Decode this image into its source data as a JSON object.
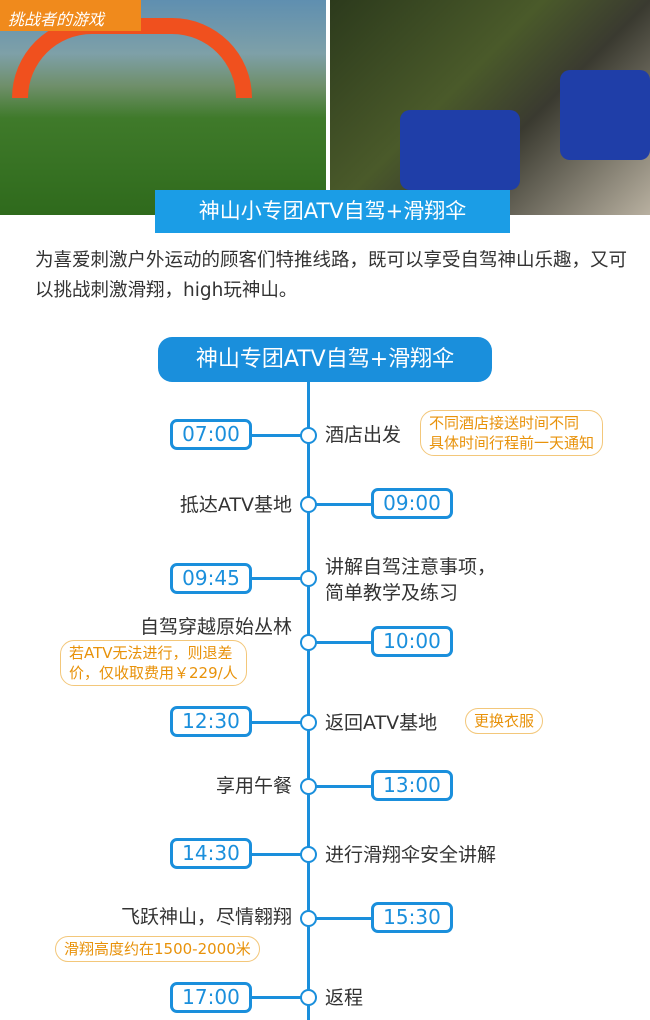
{
  "tag": "挑战者的游戏",
  "banner": "神山小专团ATV自驾+滑翔伞",
  "intro": "为喜爱刺激户外运动的顾客们特推线路，既可以享受自驾神山乐趣，又可以挑战刺激滑翔，high玩神山。",
  "header": "神山专团ATV自驾+滑翔伞",
  "items": [
    {
      "time": "07:00",
      "event": "酒店出发",
      "note": "不同酒店接送时间不同\n具体时间行程前一天通知"
    },
    {
      "time": "09:00",
      "event": "抵达ATV基地"
    },
    {
      "time": "09:45",
      "event": "讲解自驾注意事项，\n简单教学及练习"
    },
    {
      "time": "10:00",
      "event": "自驾穿越原始丛林",
      "note": "若ATV无法进行，则退差\n价，仅收取费用￥229/人"
    },
    {
      "time": "12:30",
      "event": "返回ATV基地",
      "note": "更换衣服"
    },
    {
      "time": "13:00",
      "event": "享用午餐"
    },
    {
      "time": "14:30",
      "event": "进行滑翔伞安全讲解"
    },
    {
      "time": "15:30",
      "event": "飞跃神山，尽情翱翔",
      "note": "滑翔高度约在1500-2000米"
    },
    {
      "time": "17:00",
      "event": "返程"
    }
  ]
}
